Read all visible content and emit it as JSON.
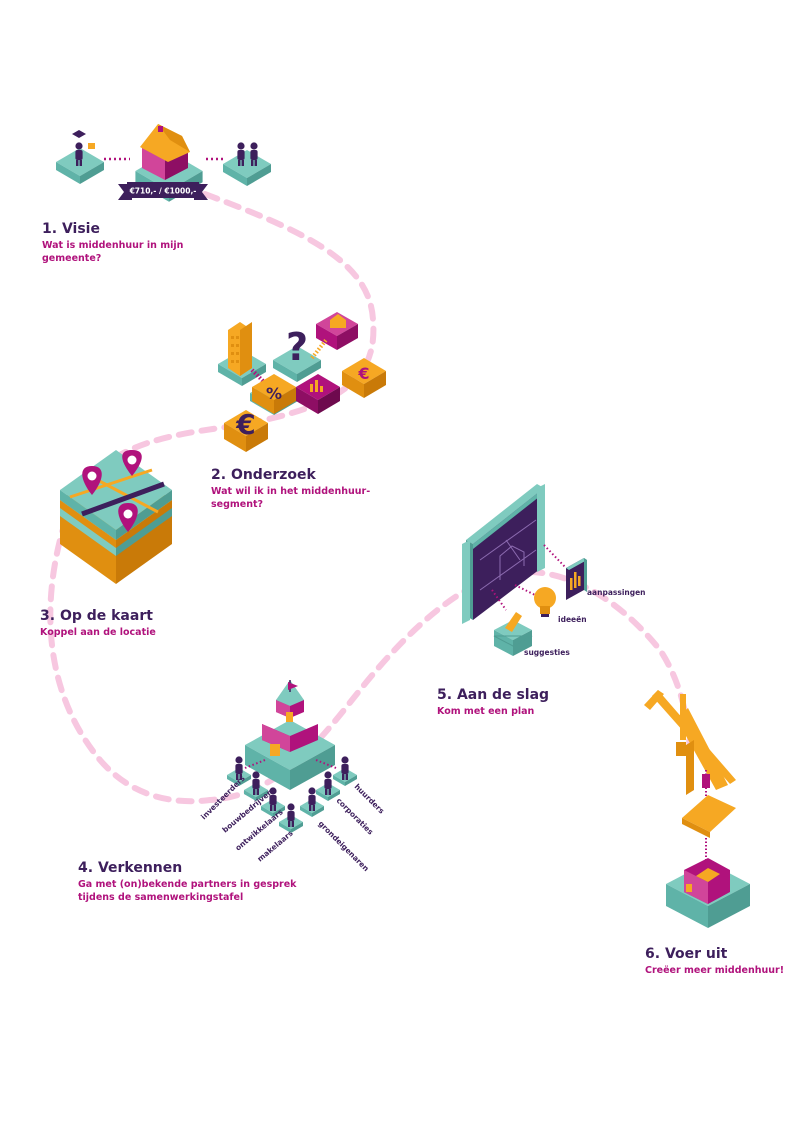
{
  "colors": {
    "teal": "#7fcbbf",
    "teal_dark": "#4f9d93",
    "purple": "#3d1f5c",
    "magenta": "#b0127c",
    "orange": "#f6a823",
    "path_pink": "#f7c7e0"
  },
  "steps": [
    {
      "number": "1.",
      "title": "Visie",
      "subtitle": "Wat is middenhuur in mijn gemeente?"
    },
    {
      "number": "2.",
      "title": "Onderzoek",
      "subtitle": "Wat wil ik in het middenhuur-segment?"
    },
    {
      "number": "3.",
      "title": "Op de kaart",
      "subtitle": "Koppel aan de locatie"
    },
    {
      "number": "4.",
      "title": "Verkennen",
      "subtitle": "Ga met (on)bekende partners in gesprek tijdens de samenwerkingstafel"
    },
    {
      "number": "5.",
      "title": "Aan de slag",
      "subtitle": "Kom met een plan"
    },
    {
      "number": "6.",
      "title": "Voer uit",
      "subtitle": "Creëer meer middenhuur!"
    }
  ],
  "visie": {
    "price_range": "€710,- / €1000,-"
  },
  "onderzoek": {
    "question_mark": "?",
    "percent": "%",
    "euro": "€"
  },
  "partners": [
    "investeerders",
    "bouwbedrijven",
    "ontwikkelaars",
    "makelaars",
    "huurders",
    "corporaties",
    "grondeigenaren"
  ],
  "plan_items": [
    "aanpassingen",
    "ideeën",
    "suggesties"
  ],
  "icons": [
    "graduate-icon",
    "house-icon",
    "couple-icon",
    "apartment-building-icon",
    "question-icon",
    "percent-icon",
    "chart-icon",
    "euro-icon",
    "map-pin-icon",
    "town-hall-icon",
    "person-icon",
    "blueprint-board-icon",
    "lightbulb-icon",
    "folder-icon",
    "bar-chart-icon",
    "crane-icon"
  ]
}
